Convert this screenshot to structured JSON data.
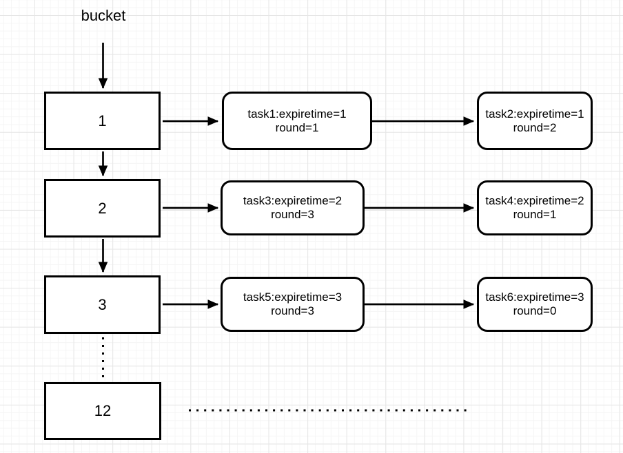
{
  "diagram": {
    "bucket_label": "bucket",
    "rows": [
      {
        "bucket": "1",
        "tasks": [
          {
            "line1": "task1:expiretime=1",
            "line2": "round=1"
          },
          {
            "line1": "task2:expiretime=1",
            "line2": "round=2"
          }
        ]
      },
      {
        "bucket": "2",
        "tasks": [
          {
            "line1": "task3:expiretime=2",
            "line2": "round=3"
          },
          {
            "line1": "task4:expiretime=2",
            "line2": "round=1"
          }
        ]
      },
      {
        "bucket": "3",
        "tasks": [
          {
            "line1": "task5:expiretime=3",
            "line2": "round=3"
          },
          {
            "line1": "task6:expiretime=3",
            "line2": "round=0"
          }
        ]
      }
    ],
    "last_bucket_label": "12",
    "colors": {
      "stroke": "#000000",
      "shape_fill": "#ffffff",
      "grid_minor": "#f5f5f5",
      "grid_major": "#e6e6e6",
      "background": "#ffffff"
    }
  }
}
